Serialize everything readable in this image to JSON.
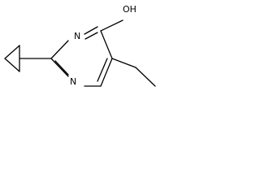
{
  "structure": {
    "atoms": {
      "ring_n_top": "N",
      "ring_n_bottom": "N",
      "hydroxyl": "OH"
    }
  }
}
